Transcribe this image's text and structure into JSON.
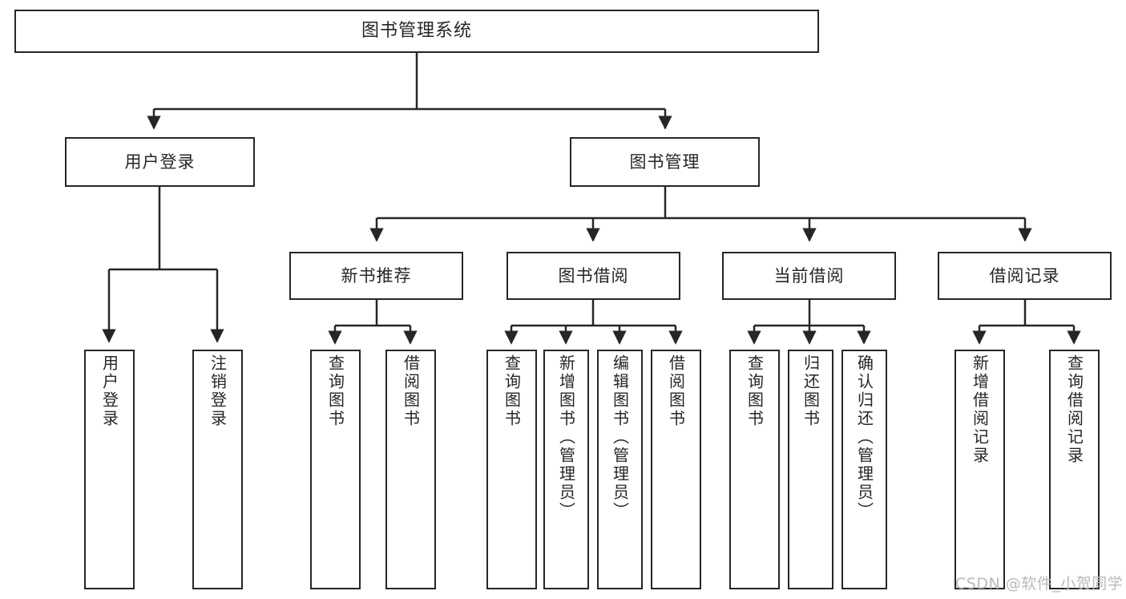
{
  "diagram": {
    "title": "图书管理系统",
    "type": "tree",
    "orientation": "top-down",
    "background_color": "#ffffff",
    "line_color": "#262626",
    "box_border_color": "#262626",
    "text_color": "#262626"
  },
  "watermark": {
    "text": "CSDN @软件_小贺同学",
    "color": "#b9b9b9"
  },
  "nodes": {
    "root": {
      "label": "图书管理系统"
    },
    "level2": [
      {
        "label": "用户登录"
      },
      {
        "label": "图书管理"
      }
    ],
    "level3": [
      {
        "label": "新书推荐"
      },
      {
        "label": "图书借阅"
      },
      {
        "label": "当前借阅"
      },
      {
        "label": "借阅记录"
      }
    ],
    "leaves": {
      "user_login": [
        {
          "label": "用户登录"
        },
        {
          "label": "注销登录"
        }
      ],
      "new_book": [
        {
          "label": "查询图书"
        },
        {
          "label": "借阅图书"
        }
      ],
      "book_borrow": [
        {
          "label": "查询图书"
        },
        {
          "label": "新增图书（管理员）"
        },
        {
          "label": "编辑图书（管理员）"
        },
        {
          "label": "借阅图书"
        }
      ],
      "current_borrow": [
        {
          "label": "查询图书"
        },
        {
          "label": "归还图书"
        },
        {
          "label": "确认归还（管理员）"
        }
      ],
      "borrow_record": [
        {
          "label": "新增借阅记录"
        },
        {
          "label": "查询借阅记录"
        }
      ]
    }
  }
}
